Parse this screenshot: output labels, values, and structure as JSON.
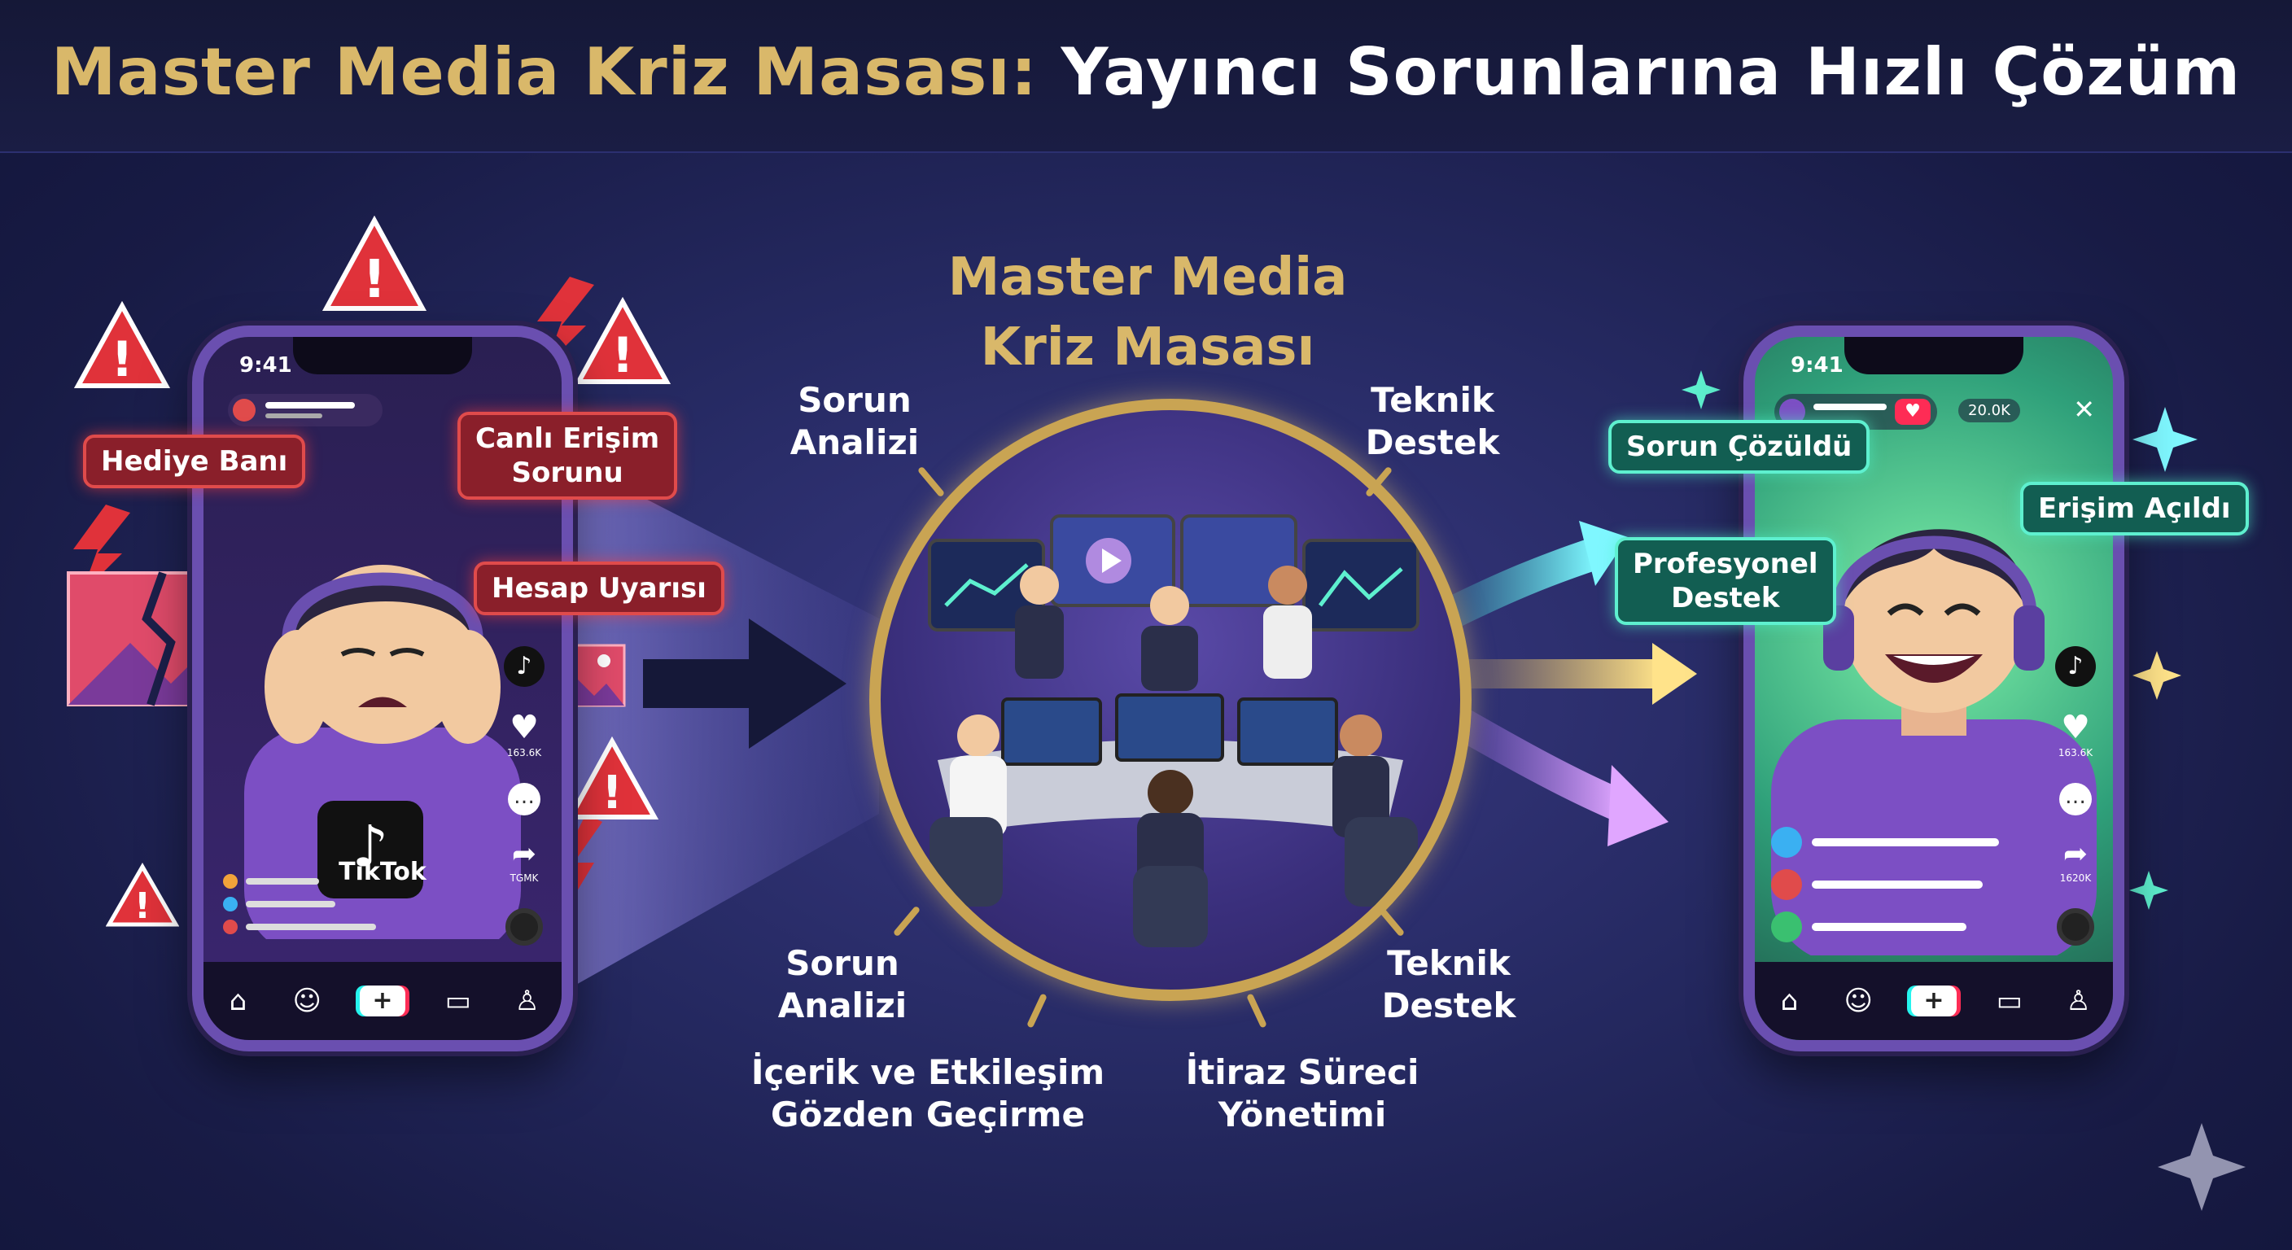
{
  "title": {
    "part1": "Master Media Kriz Masası:",
    "part2": "Yayıncı Sorunlarına Hızlı Çözüm"
  },
  "left_phone": {
    "time": "9:41",
    "tags": {
      "gift_ban": "Hediye Banı",
      "live_access": "Canlı Erişim\nSorunu",
      "account_warning": "Hesap Uyarısı"
    },
    "logo_text": "TikTok",
    "side_counts": {
      "likes": "163.6K",
      "shares": "TGMK"
    }
  },
  "center": {
    "title": "Master Media\nKriz Masası",
    "labels": {
      "top_left": "Sorun\nAnalizi",
      "top_right": "Teknik\nDestek",
      "bottom_left": "Sorun\nAnalizi",
      "bottom_right": "Teknik\nDestek",
      "bottom_center_left": "İçerik ve Etkileşim\nGözden Geçirme",
      "bottom_center_right": "İtiraz Süreci\nYönetimi"
    }
  },
  "right_phone": {
    "time": "9:41",
    "viewer_count": "20.0K",
    "tags": {
      "solved": "Sorun Çözüldü",
      "professional": "Profesyonel\nDestek",
      "access_open": "Erişim Açıldı"
    },
    "side_counts": {
      "likes": "163.6K",
      "shares": "1620K"
    }
  },
  "colors": {
    "gold": "#d9b86a",
    "alert_red": "#e04b4b",
    "success_teal": "#5ef0cf",
    "purple_shirt": "#7c4fc4"
  }
}
